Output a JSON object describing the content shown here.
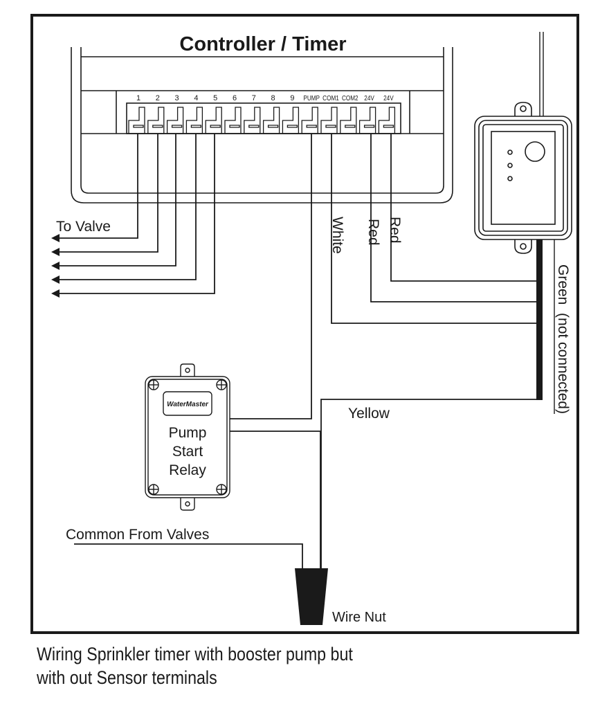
{
  "diagram": {
    "title": "Controller / Timer",
    "terminals": [
      "1",
      "2",
      "3",
      "4",
      "5",
      "6",
      "7",
      "8",
      "9",
      "PUMP",
      "COM1",
      "COM2",
      "24V",
      "24V"
    ],
    "labels": {
      "to_valve": "To Valve",
      "white": "White",
      "red1": "Red",
      "red2": "Red",
      "green": "Green  (not connected)",
      "yellow": "Yellow",
      "common": "Common From Valves",
      "wire_nut": "Wire Nut"
    },
    "relay": {
      "brand": "WaterMaster",
      "line1": "Pump",
      "line2": "Start",
      "line3": "Relay"
    },
    "sensor": {
      "indicator_dots": 3
    },
    "colors": {
      "ink": "#1a1a1a",
      "background": "#ffffff"
    }
  },
  "caption": {
    "line1": "Wiring Sprinkler timer with booster pump but",
    "line2": "with out Sensor terminals"
  }
}
